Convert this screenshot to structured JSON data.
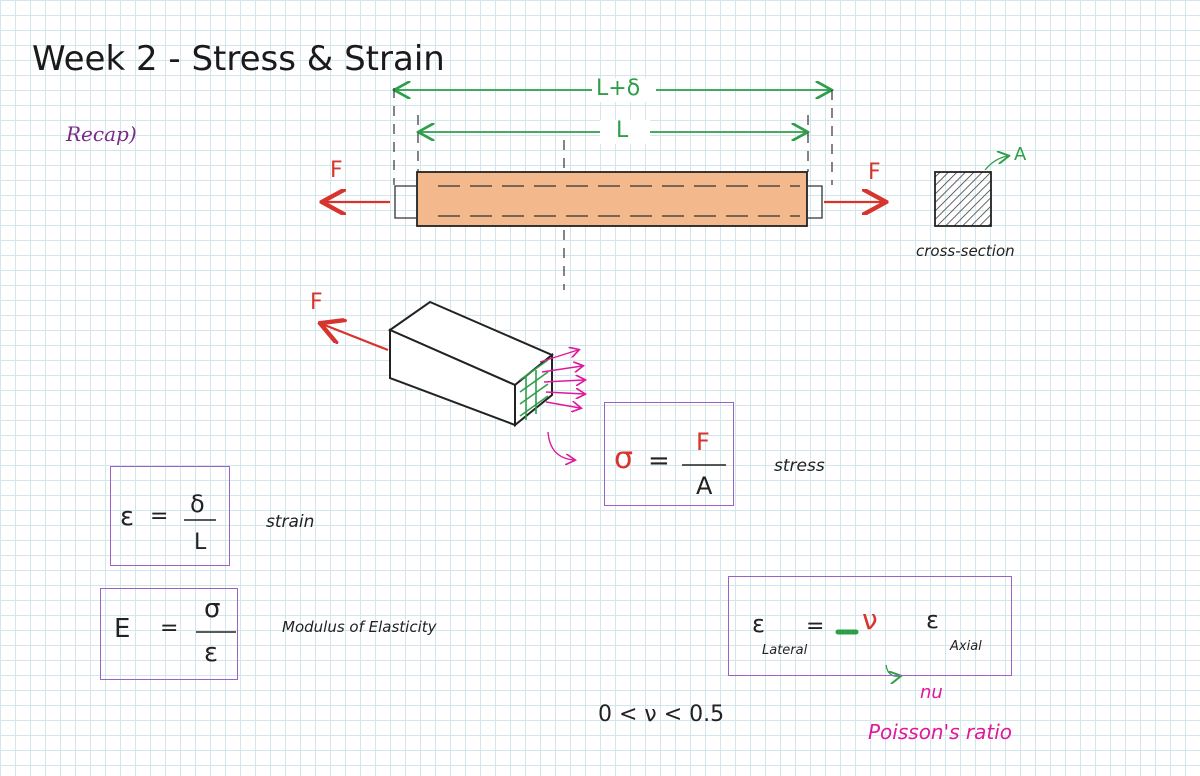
{
  "title": "Week 2 - Stress & Strain",
  "recap": "Recap)",
  "bar": {
    "extended_length_label": "L+δ",
    "length_label": "L",
    "force_left": "F",
    "force_right": "F",
    "cross_section_label": "cross-section",
    "area_label": "A"
  },
  "element": {
    "force_label": "F"
  },
  "stress": {
    "lhs": "σ",
    "num": "F",
    "den": "A",
    "name": "stress"
  },
  "strain": {
    "lhs": "ε",
    "num": "δ",
    "den": "L",
    "name": "strain"
  },
  "modulus": {
    "lhs": "E",
    "num": "σ",
    "den": "ε",
    "name": "Modulus of Elasticity"
  },
  "poisson": {
    "lhs": "ε",
    "lhs_sub": "Lateral",
    "nu": "ν",
    "rhs": "ε",
    "rhs_sub": "Axial",
    "nu_name": "nu",
    "range": "0 < ν < 0.5",
    "name": "Poisson's ratio"
  },
  "colors": {
    "bar_fill": "#f3b98c",
    "green": "#2e9e4a",
    "red": "#d6342c",
    "magenta": "#e0189b",
    "box_border": "#9a62c4"
  }
}
